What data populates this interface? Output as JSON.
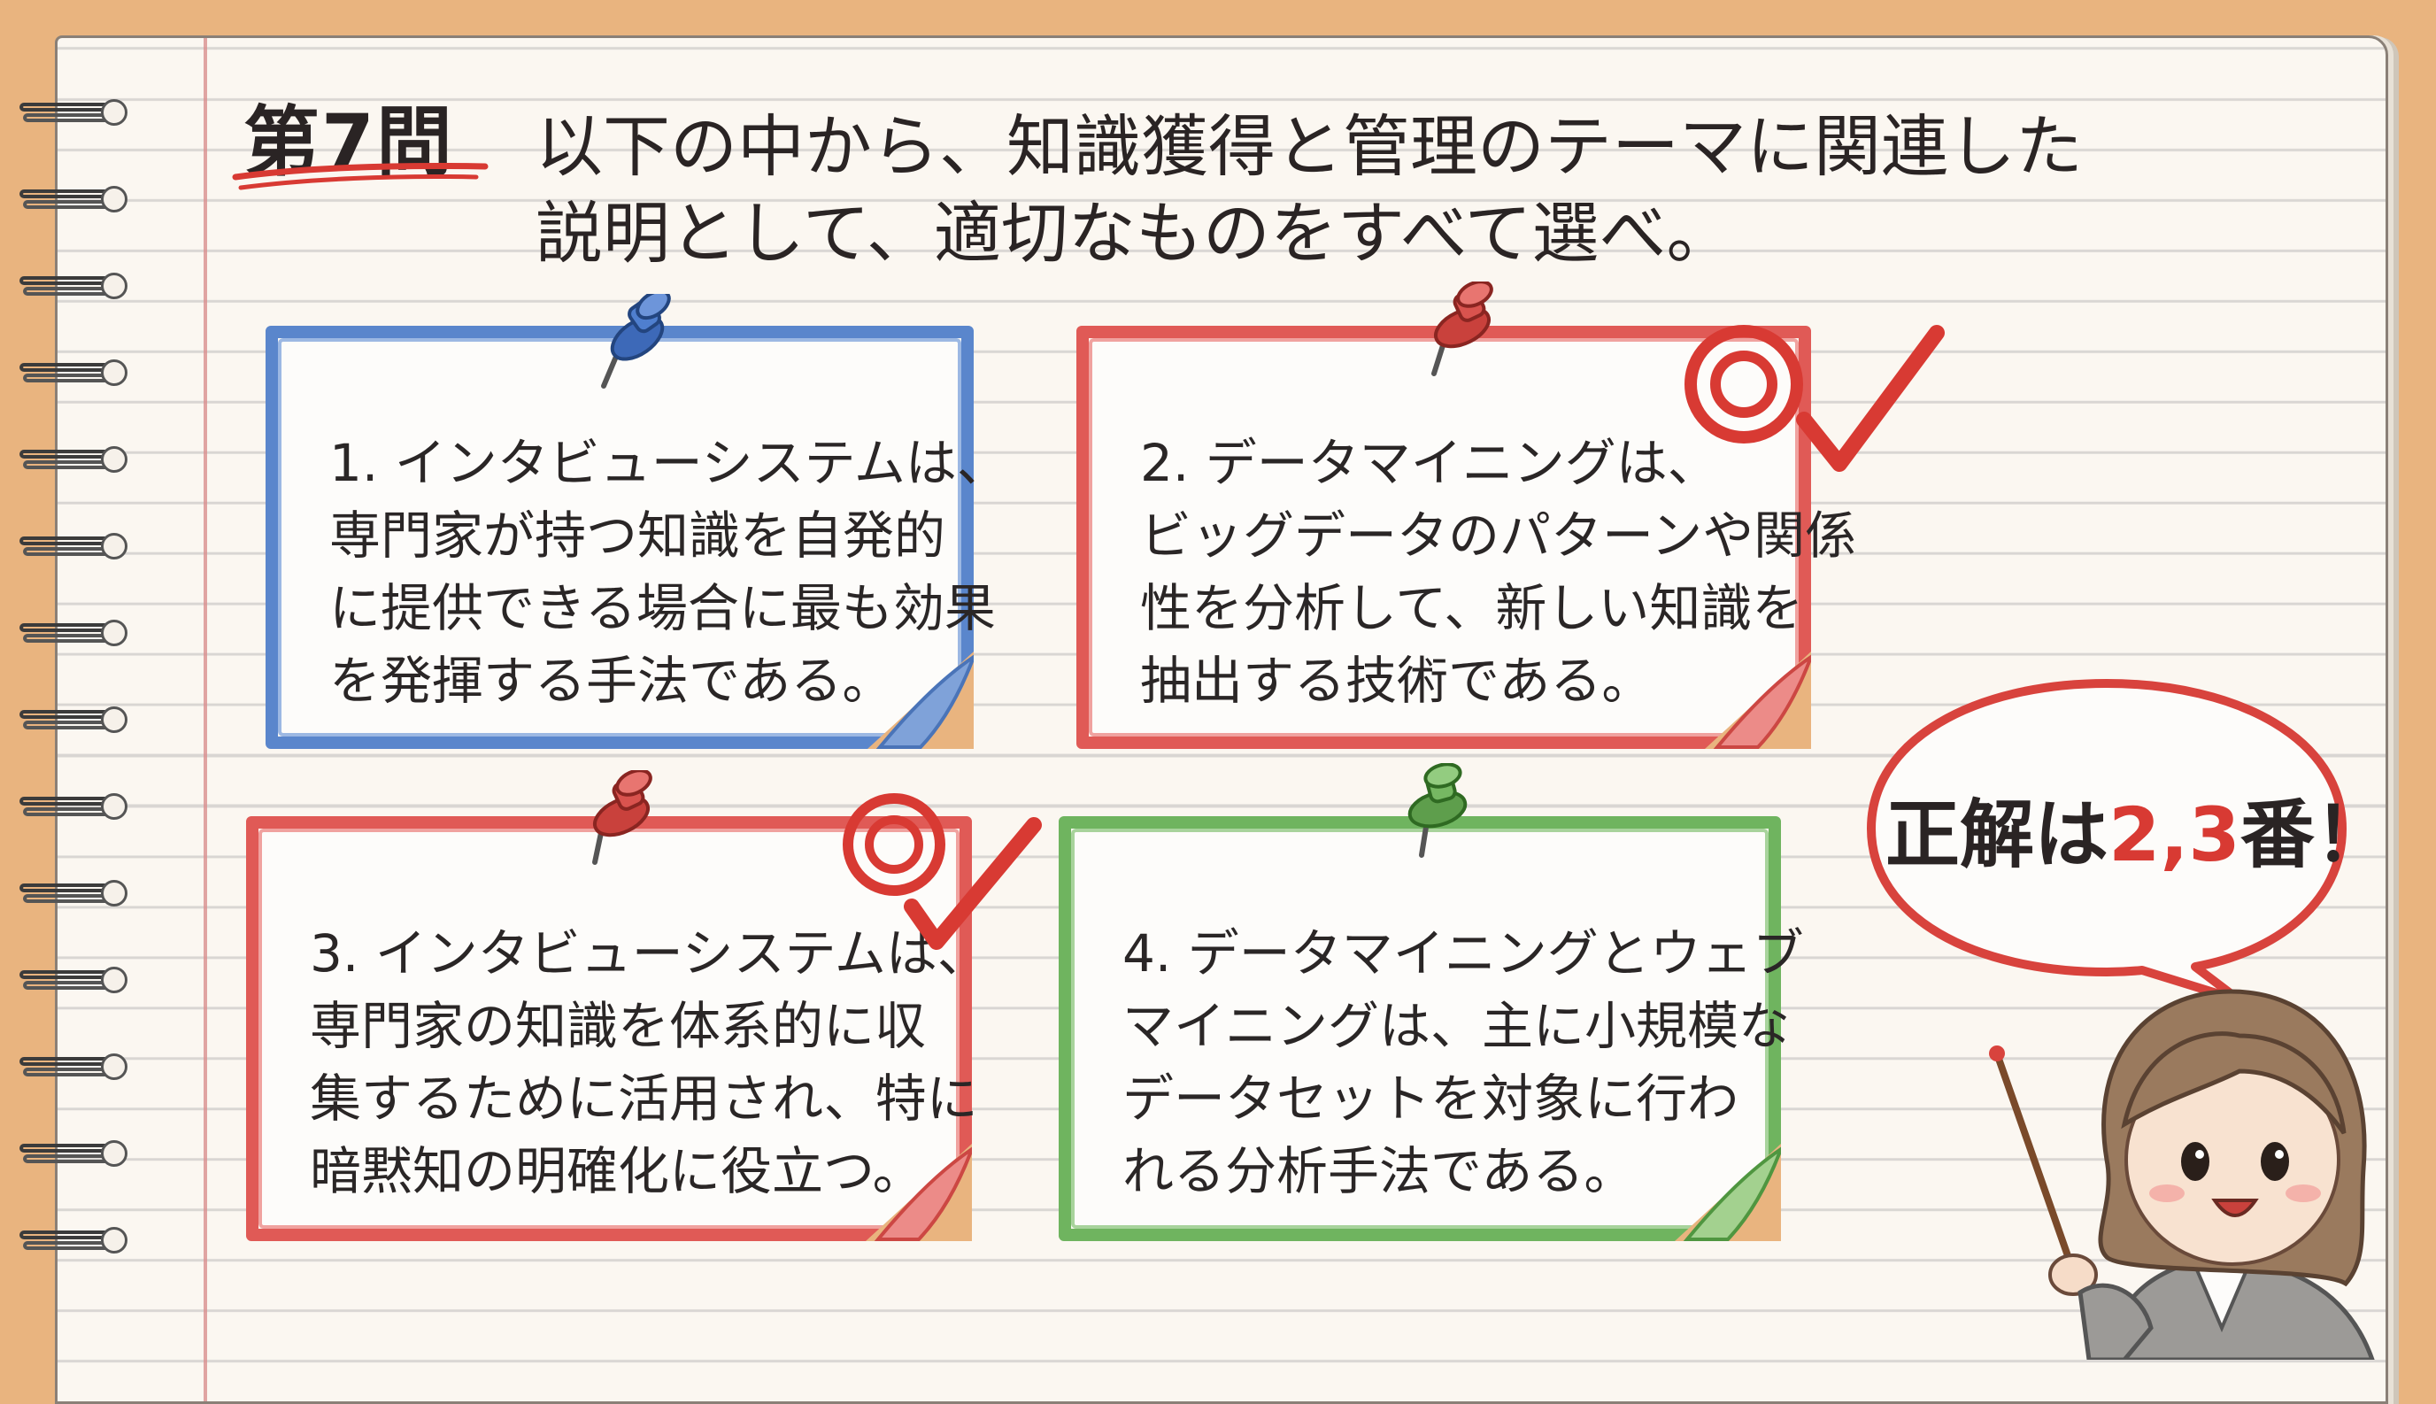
{
  "question": {
    "number_label": "第7問",
    "line1": "以下の中から、知識獲得と管理のテーマに関連した",
    "line2": "説明として、適切なものをすべて選べ。"
  },
  "options": [
    {
      "lines": [
        "1. インタビューシステムは、",
        "専門家が持つ知識を自発的",
        "に提供できる場合に最も効果",
        "を発揮する手法である。"
      ],
      "color": "#5a86cc",
      "pin_icon": "blue-pushpin-icon",
      "correct": false
    },
    {
      "lines": [
        "2. データマイニングは、",
        "ビッグデータのパターンや関係",
        "性を分析して、新しい知識を",
        "抽出する技術である。"
      ],
      "color": "#e05a56",
      "pin_icon": "red-pushpin-icon",
      "correct": true
    },
    {
      "lines": [
        "3. インタビューシステムは、",
        "専門家の知識を体系的に収",
        "集するために活用され、特に",
        "暗黙知の明確化に役立つ。"
      ],
      "color": "#e05a56",
      "pin_icon": "red-pushpin-icon",
      "correct": true
    },
    {
      "lines": [
        "4. データマイニングとウェブ",
        "マイニングは、主に小規模な",
        "データセットを対象に行わ",
        "れる分析手法である。"
      ],
      "color": "#6fb45f",
      "pin_icon": "green-pushpin-icon",
      "correct": false
    }
  ],
  "answer_bubble": {
    "prefix": "正解は",
    "answer": "2,3",
    "suffix": "番！"
  },
  "accent_colors": {
    "red": "#e05a56",
    "blue": "#5a86cc",
    "green": "#6fb45f",
    "paper": "#fbf7f1",
    "desk": "#e9b47f"
  }
}
